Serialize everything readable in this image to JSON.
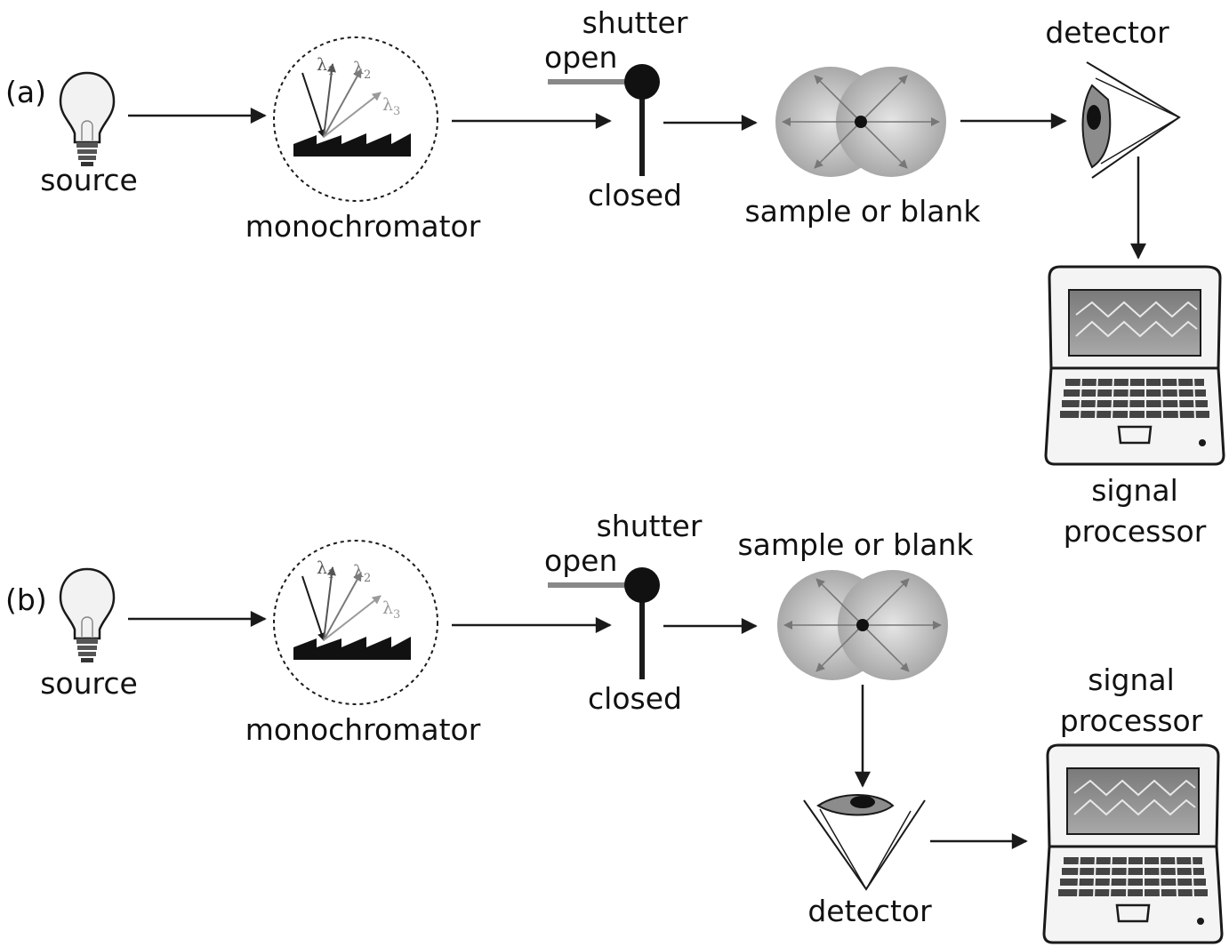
{
  "panels": [
    {
      "tag": "(a)",
      "source": "source",
      "monochromator": "monochromator",
      "shutter": "shutter",
      "open": "open",
      "closed": "closed",
      "sample": "sample or blank",
      "detector": "detector",
      "processor_line1": "signal",
      "processor_line2": "processor"
    },
    {
      "tag": "(b)",
      "source": "source",
      "monochromator": "monochromator",
      "shutter": "shutter",
      "open": "open",
      "closed": "closed",
      "sample": "sample or blank",
      "detector": "detector",
      "processor_line1": "signal",
      "processor_line2": "processor"
    }
  ],
  "wavelengths": [
    {
      "symbol": "λ",
      "sub": "1",
      "color": "#555555"
    },
    {
      "symbol": "λ",
      "sub": "2",
      "color": "#7a7a7a"
    },
    {
      "symbol": "λ",
      "sub": "3",
      "color": "#9a9a9a"
    }
  ],
  "colors": {
    "line": "#1a1a1a",
    "bulb_fill": "#f2f2f2",
    "sample_fill": "#bdbdbd",
    "shutter_open_bar": "#888888",
    "laptop_screen": "#8c8c8c"
  }
}
